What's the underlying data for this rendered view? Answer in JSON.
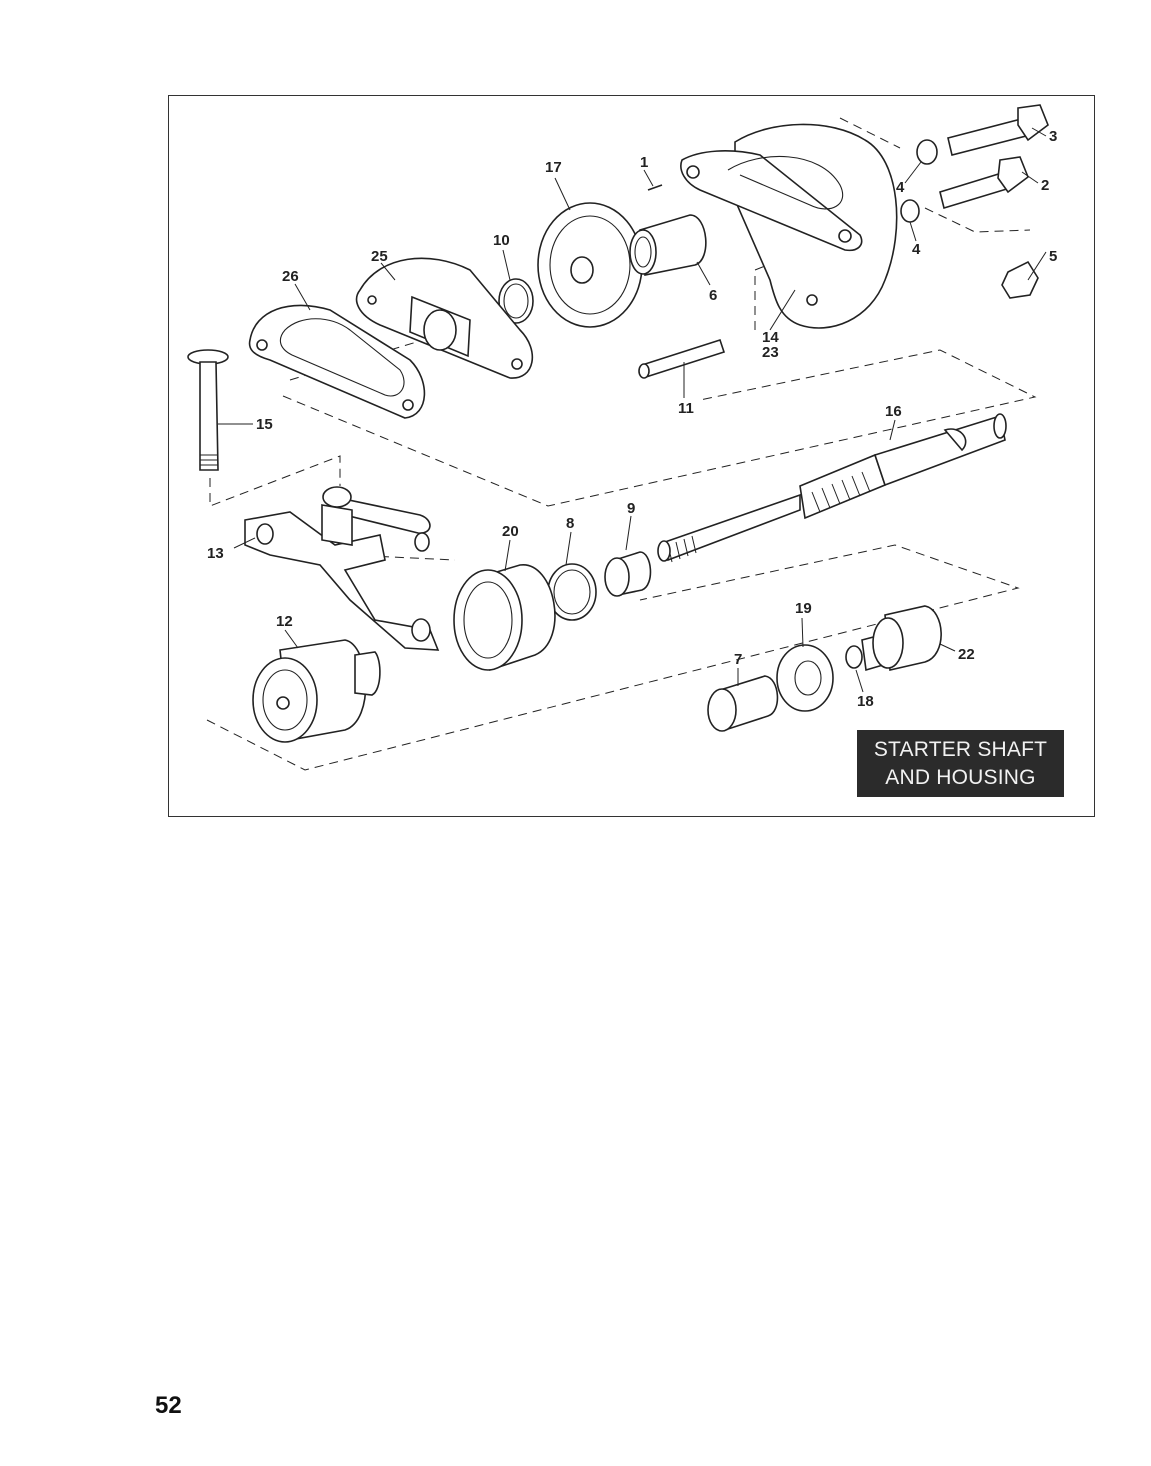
{
  "diagram": {
    "title_line1": "STARTER SHAFT",
    "title_line2": "AND HOUSING",
    "callouts": [
      "1",
      "2",
      "3",
      "4",
      "4",
      "5",
      "6",
      "7",
      "8",
      "9",
      "10",
      "11",
      "12",
      "13",
      "14",
      "23",
      "15",
      "16",
      "17",
      "18",
      "19",
      "20",
      "22",
      "25",
      "26"
    ]
  },
  "page": {
    "number": "52"
  }
}
